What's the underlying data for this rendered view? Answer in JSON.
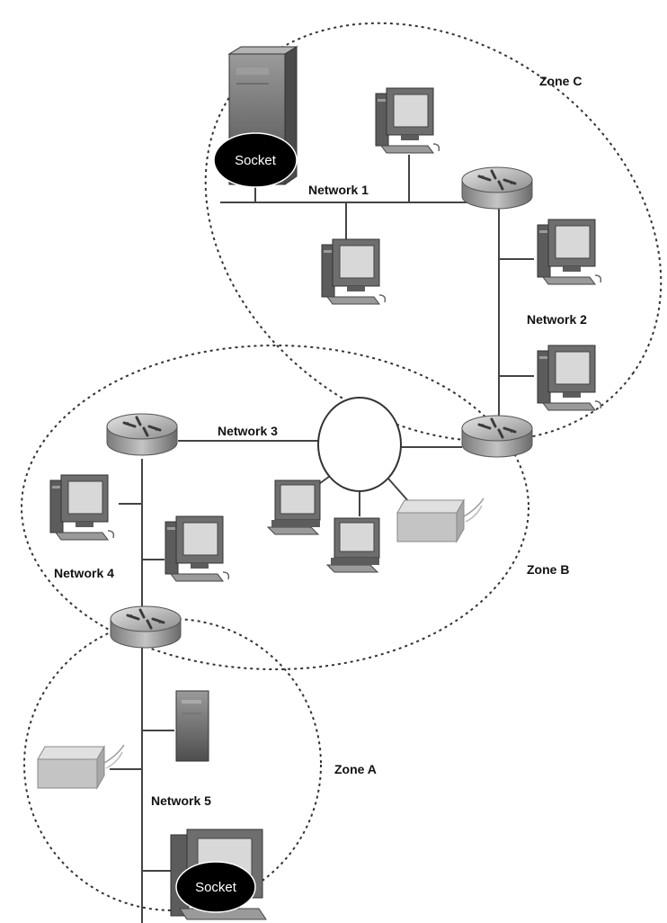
{
  "zones": {
    "zone_a": "Zone A",
    "zone_b": "Zone B",
    "zone_c": "Zone C"
  },
  "networks": {
    "network_1": "Network 1",
    "network_2": "Network 2",
    "network_3": "Network 3",
    "network_4": "Network 4",
    "network_5": "Network 5"
  },
  "sockets": {
    "server_socket": "Socket",
    "workstation_socket": "Socket"
  },
  "icons": {
    "router": "router-icon",
    "workstation": "workstation-icon",
    "laptop": "laptop-icon",
    "server": "server-icon",
    "printer": "printer-icon",
    "ring_hub": "ring-hub-icon"
  },
  "colors": {
    "router_body": "#a8a8a8",
    "monitor_screen": "#d8d8d8",
    "device_body": "#6e6e6e",
    "socket_fill": "#000000"
  }
}
